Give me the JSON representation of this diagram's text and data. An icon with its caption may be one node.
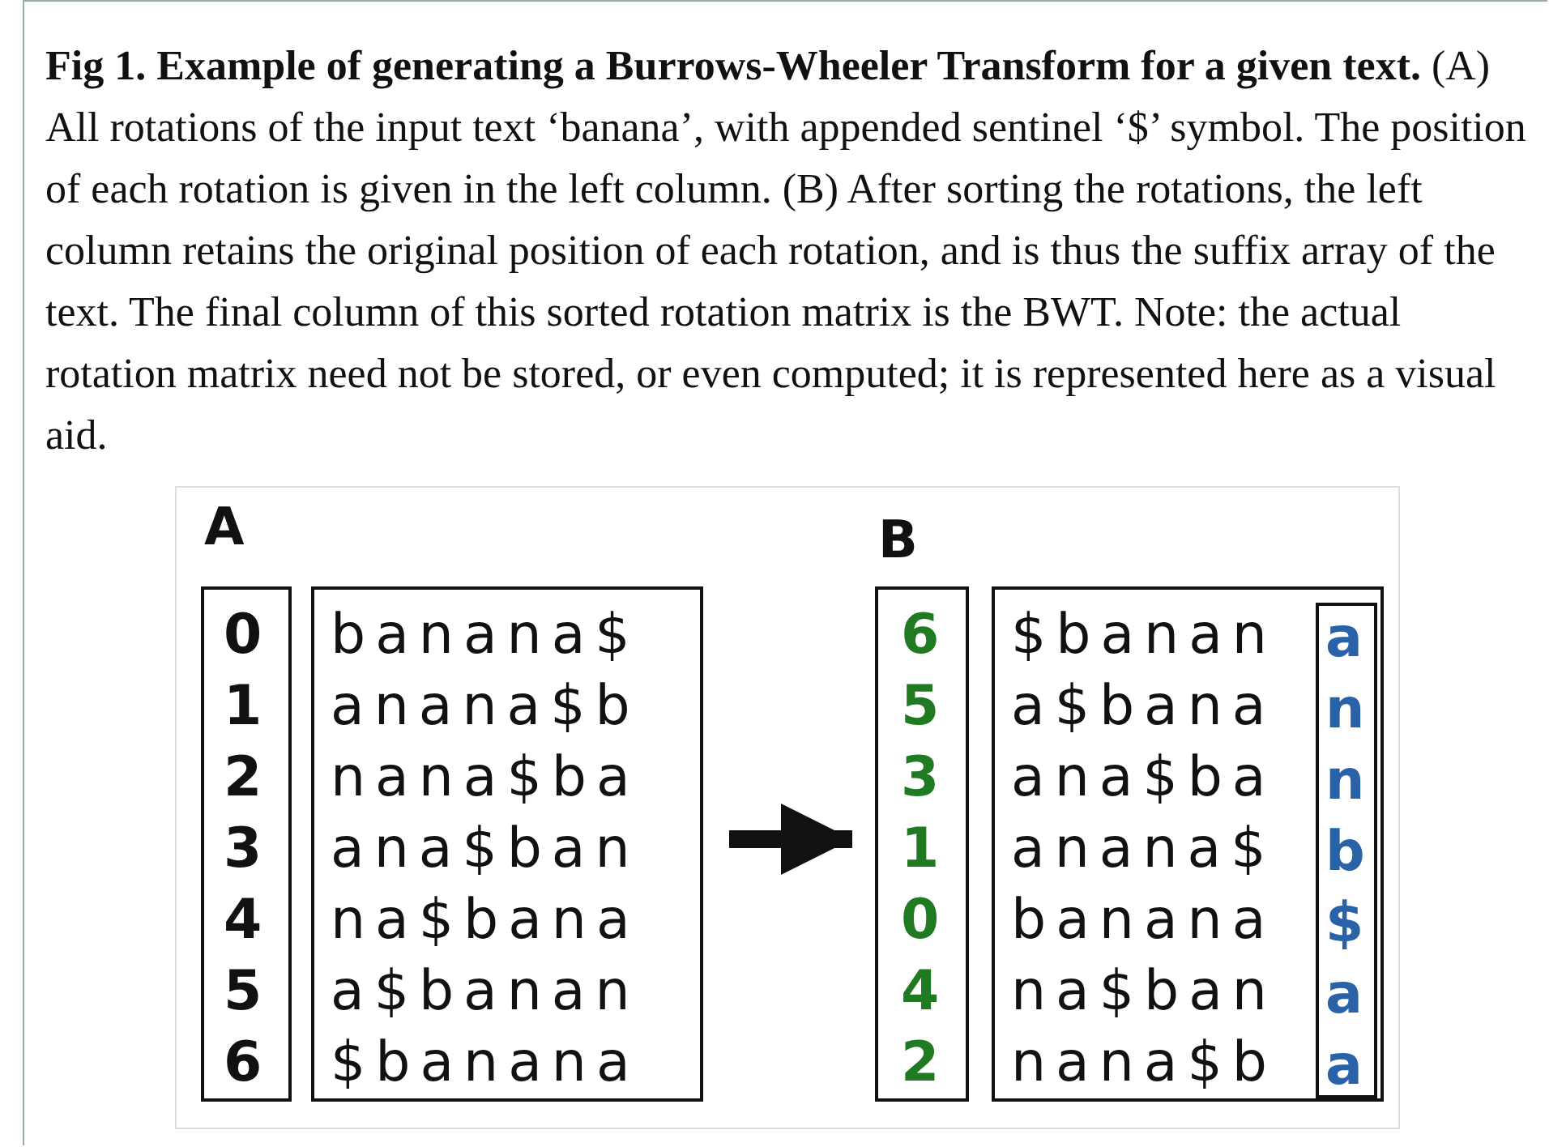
{
  "diagram": {
    "caption": "**Fig 1. Example of generating a Burrows-Wheeler Transform for a given text.** (A) All rotations of the input text ‘banana’, with appended sentinel ‘$’ symbol. The position of each rotation is given in the left column. (B) After sorting the rotations, the left column retains the original position of each rotation, and is thus the suffix array of the text. The final column of this sorted rotation matrix is the BWT. Note: the actual rotation matrix need not be stored, or even computed; it is represented here as a visual aid.",
    "nodes": [
      {
        "text": [
          "0",
          "1",
          "2",
          "3",
          "4",
          "5",
          "6"
        ]
      },
      {
        "text": [
          "banana$",
          "anana$b",
          "nana$ba",
          "ana$ban",
          "na$bana",
          "a$banan",
          "$banana"
        ]
      },
      {
        "text": [
          "6",
          "5",
          "3",
          "1",
          "0",
          "4",
          "2"
        ]
      },
      {
        "text": [
          "$banan",
          "a$bana",
          "ana$ba",
          "anana$",
          "banana",
          "na$ban",
          "nana$b"
        ]
      },
      {
        "text": [
          "a",
          "n",
          "n",
          "b",
          "$",
          "a",
          "a"
        ],
        "in": 3
      }
    ],
    "edges": [
      {
        "from": 1,
        "to": 2,
        "arrow": "to"
      }
    ],
    "labels": [
      "A",
      "B"
    ]
  }
}
